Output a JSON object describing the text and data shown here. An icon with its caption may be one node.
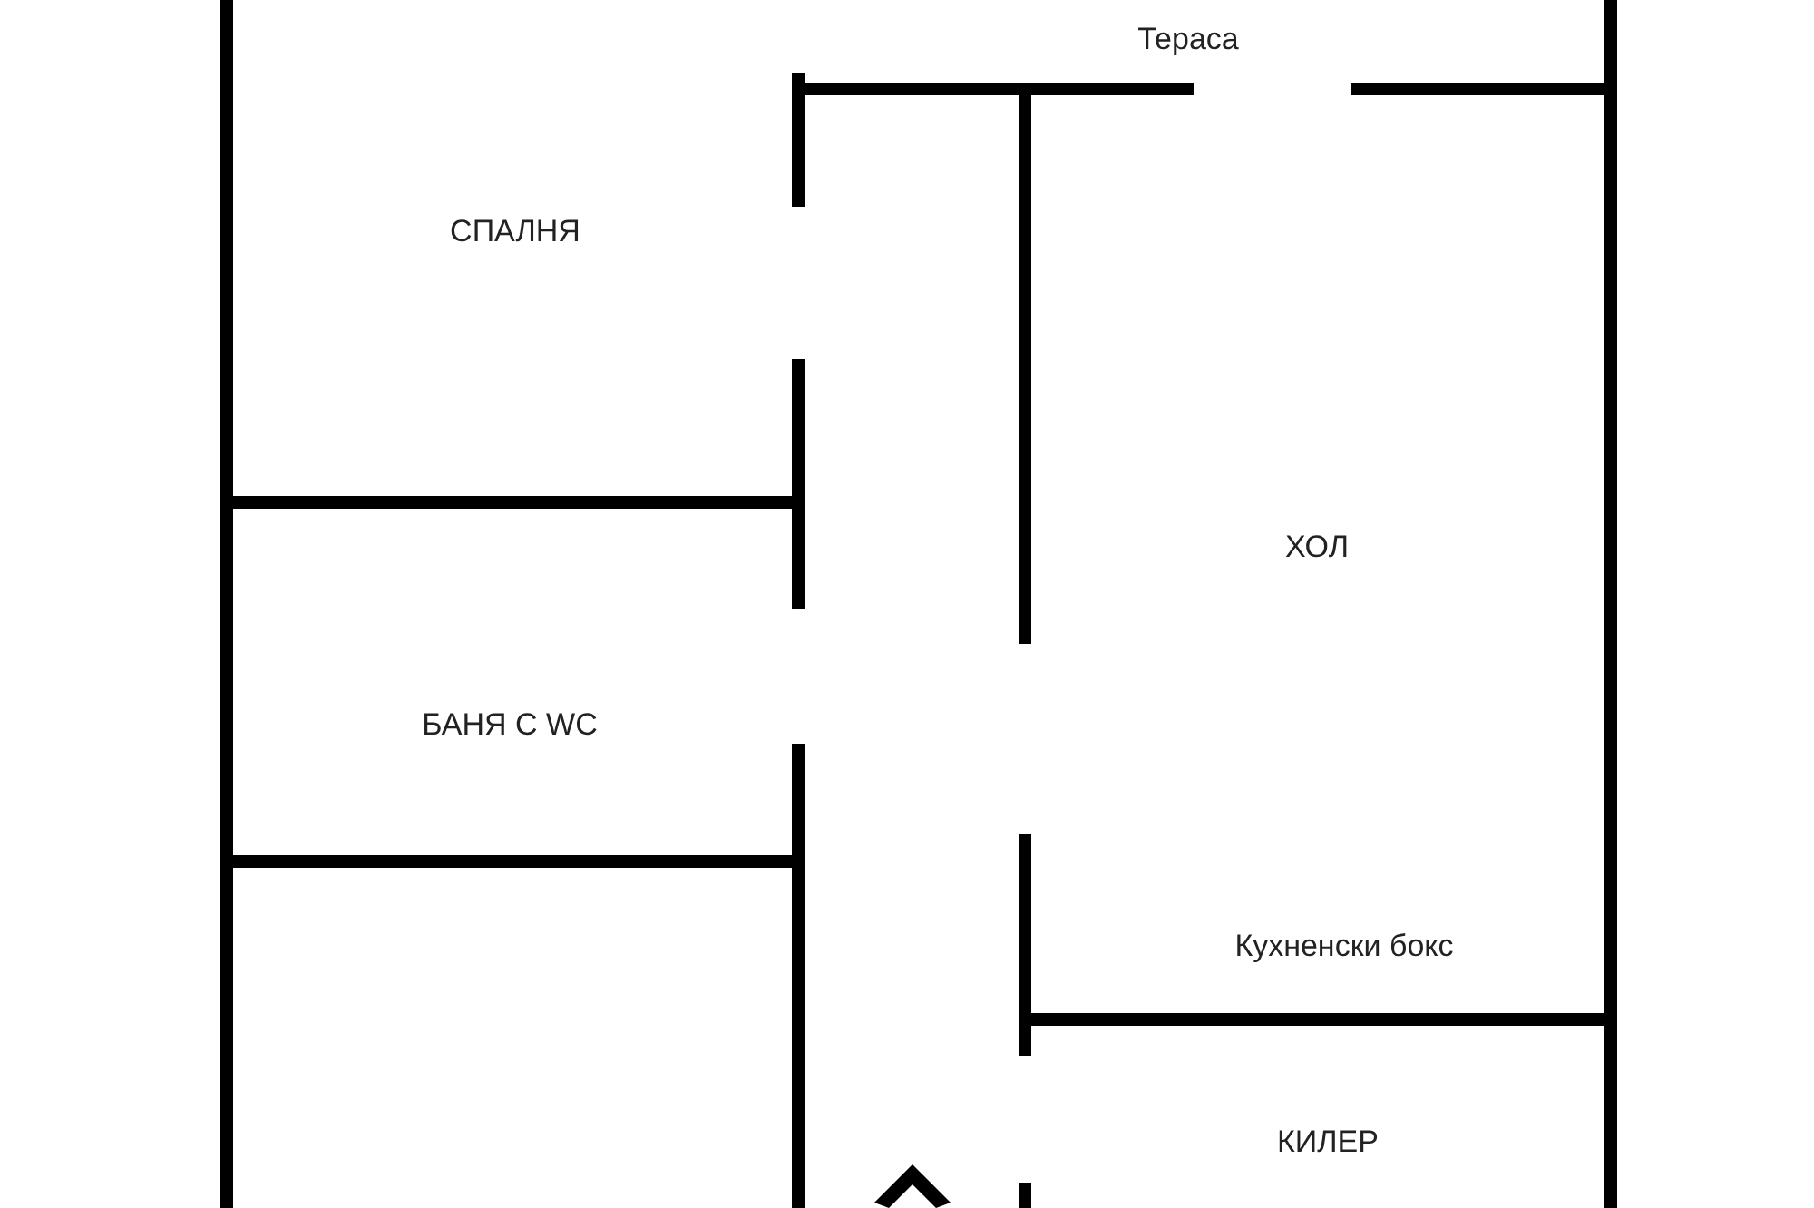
{
  "diagram": {
    "labels": [
      "Тераса",
      "СПАЛНЯ",
      "ХОЛ",
      "БАНЯ С WC",
      "Кухненски бокс",
      "КИЛЕР"
    ]
  }
}
